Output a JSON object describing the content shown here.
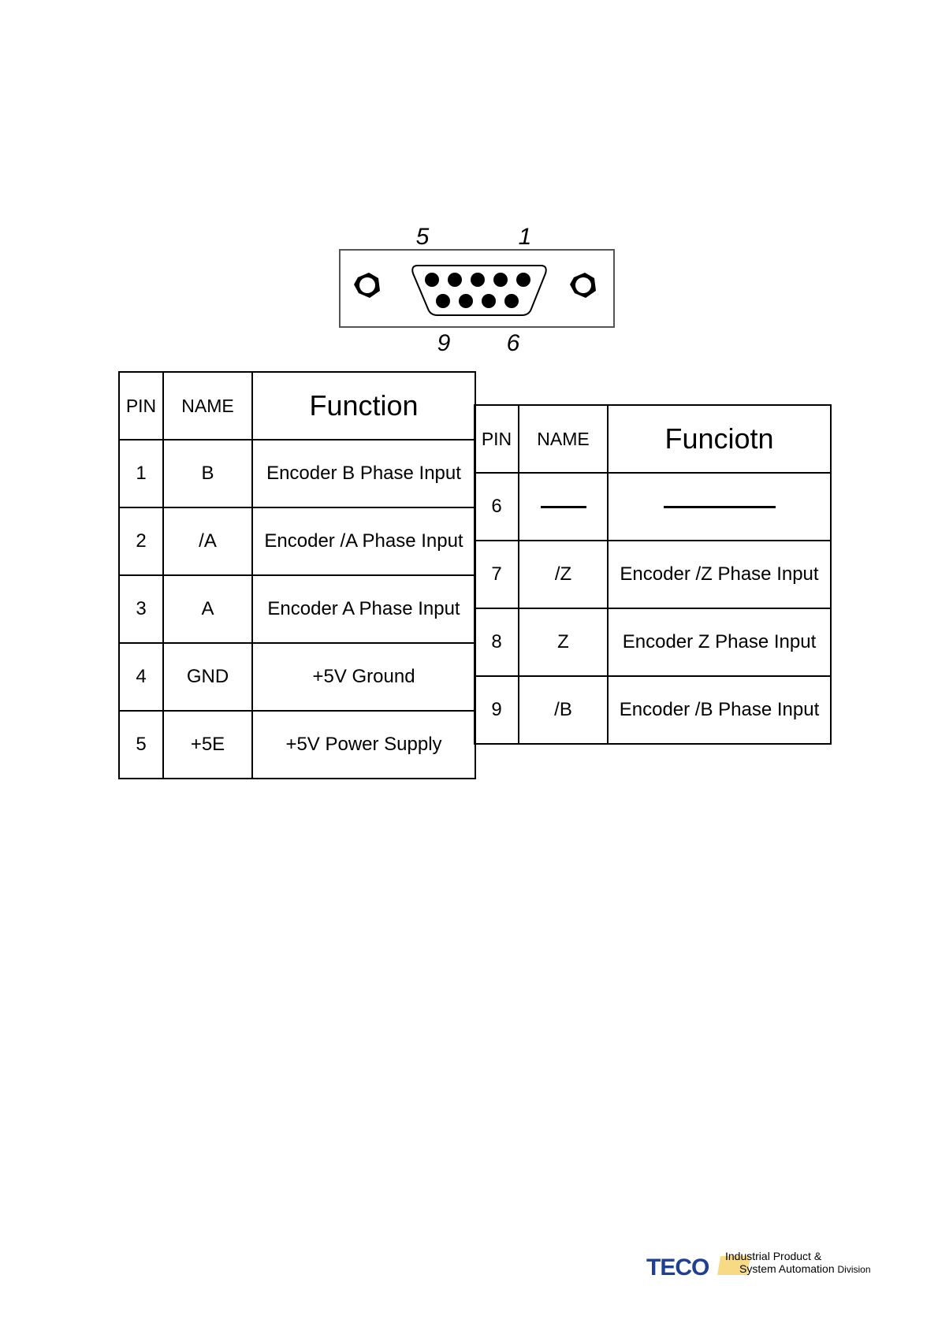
{
  "connector": {
    "top_labels": [
      "5",
      "1"
    ],
    "bottom_labels": [
      "9",
      "6"
    ]
  },
  "table_left": {
    "headers": {
      "pin": "PIN",
      "name": "NAME",
      "function": "Function"
    },
    "rows": [
      {
        "pin": "1",
        "name": "B",
        "function": "Encoder B Phase Input"
      },
      {
        "pin": "2",
        "name": "/A",
        "function": "Encoder /A Phase Input"
      },
      {
        "pin": "3",
        "name": "A",
        "function": "Encoder A Phase Input"
      },
      {
        "pin": "4",
        "name": "GND",
        "function": "+5V Ground"
      },
      {
        "pin": "5",
        "name": "+5E",
        "function": "+5V Power Supply"
      }
    ]
  },
  "table_right": {
    "headers": {
      "pin": "PIN",
      "name": "NAME",
      "function": "Funciotn"
    },
    "rows": [
      {
        "pin": "6",
        "name": "",
        "function": ""
      },
      {
        "pin": "7",
        "name": "/Z",
        "function": "Encoder /Z Phase Input"
      },
      {
        "pin": "8",
        "name": "Z",
        "function": "Encoder Z Phase Input"
      },
      {
        "pin": "9",
        "name": "/B",
        "function": "Encoder /B Phase Input"
      }
    ]
  },
  "footer": {
    "brand": "TECO",
    "division_line1": "Industrial Product &",
    "division_line2": "System Automation",
    "division_line3": "Division",
    "brand_color": "#1f3f8f",
    "mark_color": "#f2c230"
  }
}
